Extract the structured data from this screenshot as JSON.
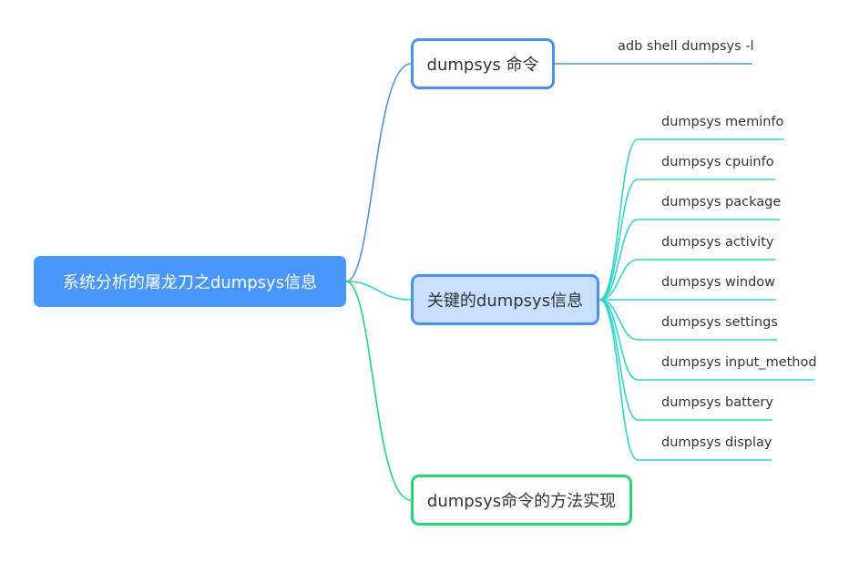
{
  "root": {
    "label": "系统分析的屠龙刀之dumpsys信息",
    "color": "#4a97fb"
  },
  "branches": [
    {
      "label": "dumpsys 命令",
      "border_color": "#4a90ee",
      "line_color": "#4a90ee",
      "children": [
        "adb shell dumpsys -l"
      ]
    },
    {
      "label": "关键的dumpsys信息",
      "border_color": "#4a90ee",
      "fill_color": "#c8e0fe",
      "line_color": "#2dd6c8",
      "children": [
        "dumpsys meminfo",
        "dumpsys cpuinfo",
        "dumpsys package",
        "dumpsys activity",
        "dumpsys window",
        "dumpsys settings",
        "dumpsys input_method",
        "dumpsys battery",
        "dumpsys display"
      ]
    },
    {
      "label": "dumpsys命令的方法实现",
      "border_color": "#23d578",
      "line_color": "#23d578",
      "children": []
    }
  ]
}
